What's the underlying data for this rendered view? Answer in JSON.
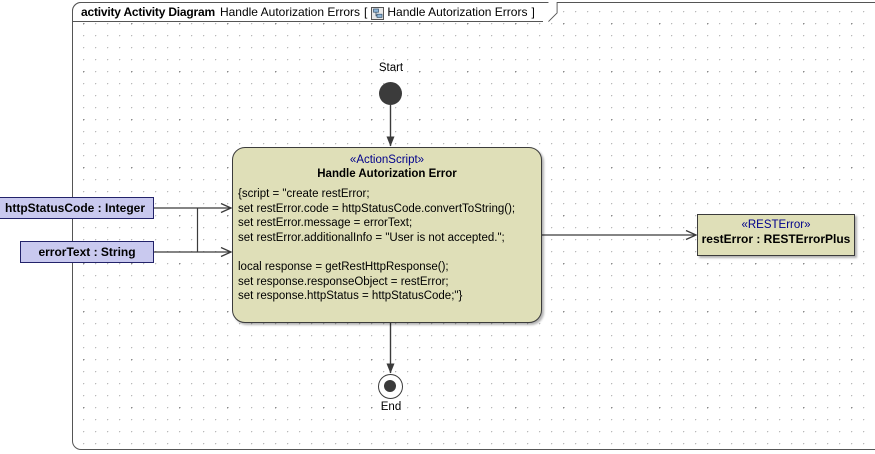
{
  "frame": {
    "kind_label": "activity Activity Diagram",
    "diagram_name": "Handle Autorization Errors",
    "bracket_open": "[",
    "icon": "diagram-type-icon",
    "qualified_name": "Handle Autorization Errors",
    "bracket_close": "]"
  },
  "nodes": {
    "start": {
      "label": "Start",
      "type": "initial-node"
    },
    "end": {
      "label": "End",
      "type": "activity-final-node"
    },
    "action": {
      "stereotype": "«ActionScript»",
      "title": "Handle Autorization Error",
      "script": "{script = \"create restError;\nset restError.code = httpStatusCode.convertToString();\nset restError.message = errorText;\nset restError.additionalInfo = \"User is not accepted.\";\n\nlocal response = getRestHttpResponse();\nset response.responseObject = restError;\nset response.httpStatus = httpStatusCode;\"}",
      "fill_color": "#dfdfb8",
      "border_color": "#3b3b3b"
    },
    "object": {
      "stereotype": "«RESTError»",
      "title": "restError : RESTErrorPlus",
      "fill_color": "#dfdfb8",
      "border_color": "#3b3b3b"
    }
  },
  "pins": [
    {
      "label": "httpStatusCode : Integer",
      "fill_color": "#c9c9ef",
      "border_color": "#22226a"
    },
    {
      "label": "errorText : String",
      "fill_color": "#c9c9ef",
      "border_color": "#22226a"
    }
  ],
  "edges": [
    {
      "name": "start-to-action",
      "style": "control-flow",
      "arrow": "filled"
    },
    {
      "name": "action-to-end",
      "style": "control-flow",
      "arrow": "filled"
    },
    {
      "name": "httpstatuscode-to-action",
      "style": "object-flow",
      "arrow": "open"
    },
    {
      "name": "errortext-to-action",
      "style": "object-flow",
      "arrow": "open"
    },
    {
      "name": "action-to-resterror",
      "style": "object-flow",
      "arrow": "open"
    }
  ],
  "colors": {
    "canvas": "#ffffff",
    "grid_dot": "#b9b9b9",
    "grid_cross": "#8a8a8a",
    "frame_border": "#555555",
    "stereotype_text": "#00008B",
    "edge": "#3b3b3b"
  }
}
